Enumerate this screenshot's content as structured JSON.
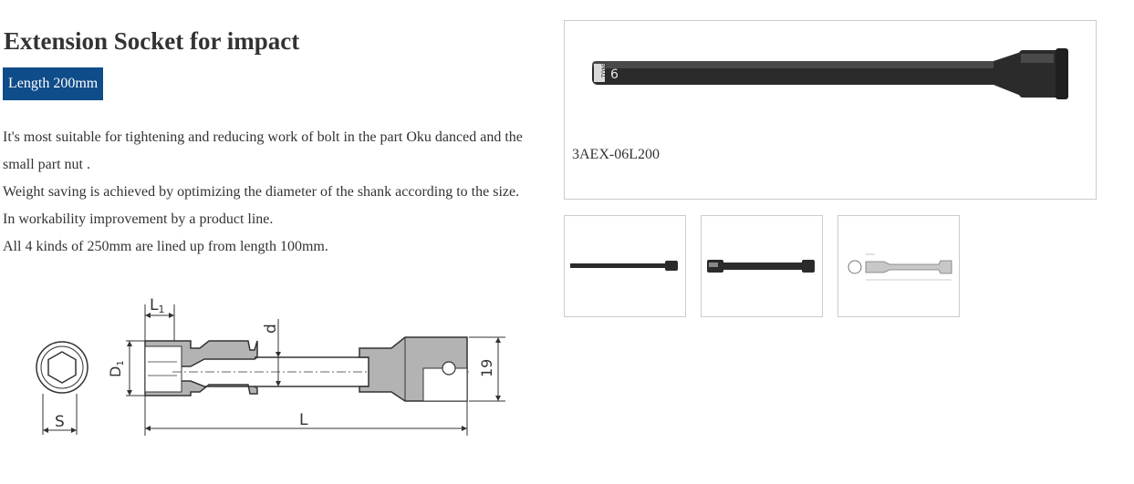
{
  "product": {
    "title": "Extension Socket for impact",
    "badge": "Length 200mm",
    "description": [
      "It's most suitable for tightening and reducing work of bolt in the part Oku danced and the small part nut .",
      "Weight saving is achieved by optimizing the diameter of the shank according to the size.",
      "In workability improvement by a product line.",
      "All 4 kinds of 250mm are lined up from length 100mm."
    ]
  },
  "drawing_labels": {
    "l1": "L",
    "l1_sub": "1",
    "d1": "D",
    "d1_sub": "1",
    "d": "d",
    "dim_19": "19",
    "s": "S",
    "l": "L"
  },
  "main_image": {
    "model": "3AEX-06L200",
    "shank_mark": "6",
    "brand_mark": "TONE"
  },
  "thumbnails": [
    {
      "icon": "socket-extension-photo-thumbnail"
    },
    {
      "icon": "socket-extension-side-photo-thumbnail"
    },
    {
      "icon": "dimension-drawing-thumbnail"
    }
  ],
  "colors": {
    "badge_bg": "#0f4c8a",
    "text": "#333333",
    "border": "#cccccc",
    "section_fill": "#b3b3b3",
    "tool_body": "#2b2b2b"
  }
}
